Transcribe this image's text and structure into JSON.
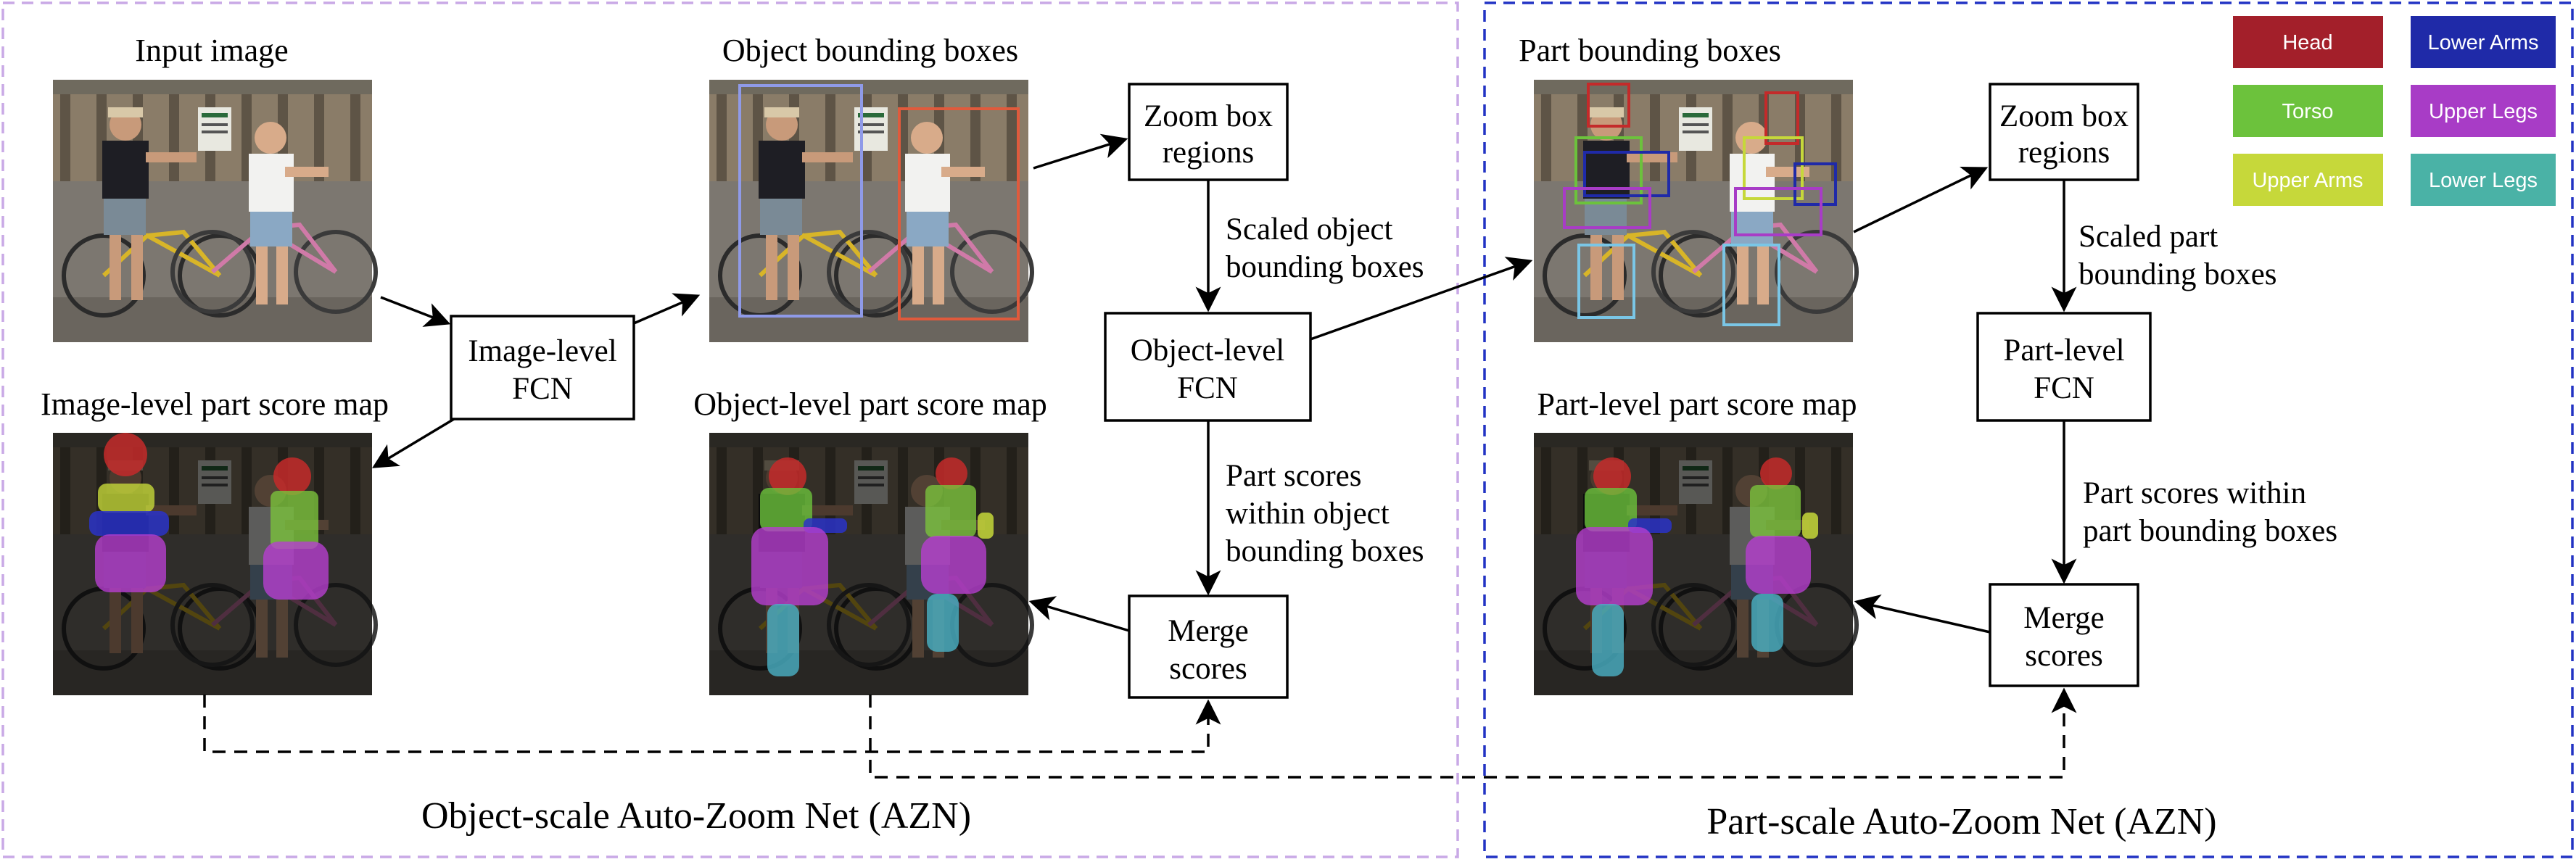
{
  "panels": {
    "object_scale_title": "Object-scale Auto-Zoom Net (AZN)",
    "part_scale_title": "Part-scale Auto-Zoom Net (AZN)"
  },
  "labels": {
    "input_image": "Input image",
    "object_bounding_boxes": "Object bounding boxes",
    "image_level_part_score_map": "Image-level part score map",
    "object_level_part_score_map": "Object-level part score map",
    "part_bounding_boxes": "Part bounding boxes",
    "part_level_part_score_map": "Part-level part score map"
  },
  "boxes": {
    "image_level_fcn": [
      "Image-level",
      "FCN"
    ],
    "zoom_box_regions_1": [
      "Zoom box",
      "regions"
    ],
    "object_level_fcn": [
      "Object-level",
      "FCN"
    ],
    "merge_scores_1": [
      "Merge",
      "scores"
    ],
    "zoom_box_regions_2": [
      "Zoom box",
      "regions"
    ],
    "part_level_fcn": [
      "Part-level",
      "FCN"
    ],
    "merge_scores_2": [
      "Merge",
      "scores"
    ]
  },
  "edge_labels": {
    "scaled_object_bboxes": [
      "Scaled object",
      "bounding boxes"
    ],
    "part_scores_object": [
      "Part scores",
      "within object",
      "bounding boxes"
    ],
    "scaled_part_bboxes": [
      "Scaled part",
      "bounding boxes"
    ],
    "part_scores_part": [
      "Part scores within",
      "part bounding boxes"
    ]
  },
  "legend": [
    {
      "label": "Head",
      "color": "#a31f2a"
    },
    {
      "label": "Lower Arms",
      "color": "#1f2aa8"
    },
    {
      "label": "Torso",
      "color": "#6cc23c"
    },
    {
      "label": "Upper Legs",
      "color": "#a83cc6"
    },
    {
      "label": "Upper Arms",
      "color": "#c6d83a"
    },
    {
      "label": "Lower Legs",
      "color": "#4ab2a6"
    }
  ],
  "colors": {
    "object_panel_border": "#c9a9e6",
    "part_panel_border": "#2233c4",
    "bbox_person1": "#8f9ae8",
    "bbox_person2": "#e05a3c"
  }
}
